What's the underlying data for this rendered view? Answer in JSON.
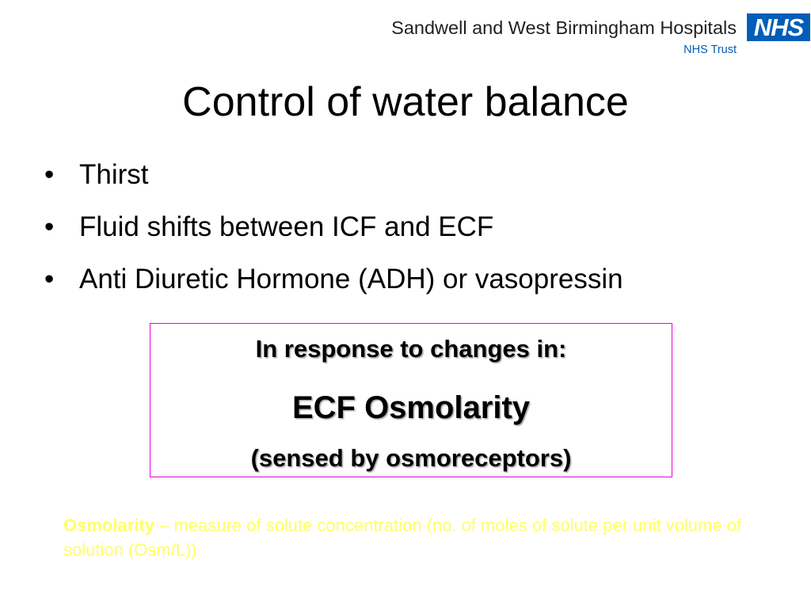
{
  "header": {
    "organization": "Sandwell and West Birmingham Hospitals",
    "subtitle": "NHS Trust",
    "logo_text": "NHS"
  },
  "slide": {
    "title": "Control of water balance",
    "bullet_glyph": "•",
    "bullets": [
      "Thirst",
      "Fluid shifts between ICF and ECF",
      "Anti Diuretic Hormone (ADH) or vasopressin"
    ],
    "box": {
      "line1": "In response to changes in:",
      "line2": "ECF Osmolarity",
      "line3": "(sensed by osmoreceptors)"
    },
    "definition": {
      "term": "Osmolarity",
      "text": " – measure of solute concentration (no. of moles of solute per unit volume of solution (Osm/L))"
    }
  },
  "colors": {
    "nhs_blue": "#005eb8",
    "box_border": "#e600e6",
    "definition_text": "#ffff66"
  }
}
